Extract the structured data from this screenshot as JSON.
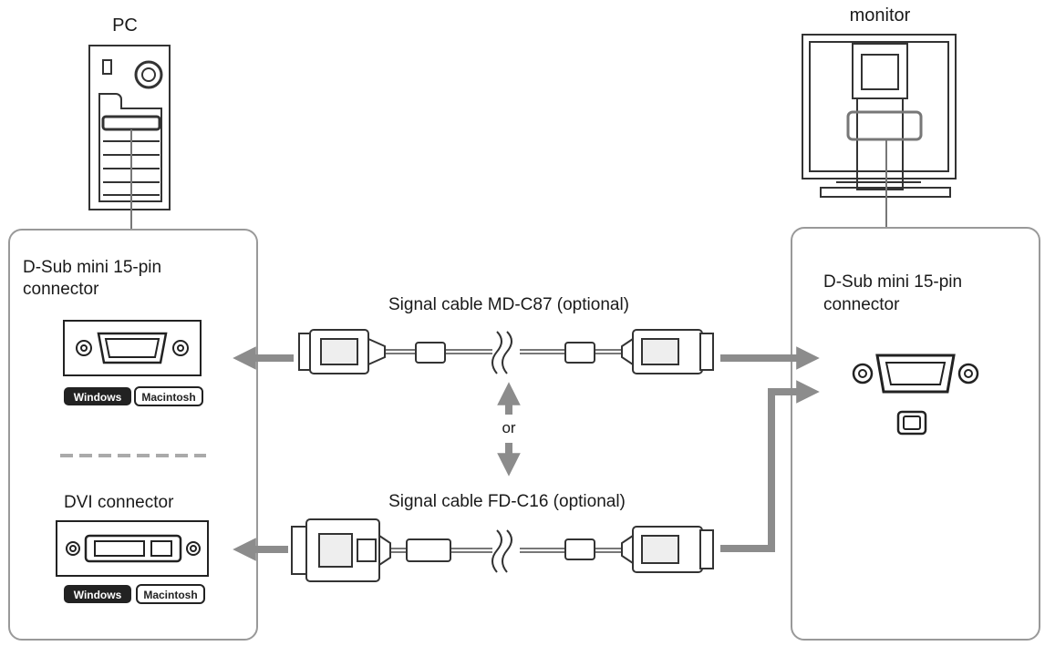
{
  "labels": {
    "pc": "PC",
    "monitor": "monitor",
    "pc_dsub": "D-Sub mini 15-pin",
    "pc_dsub_line2": "connector",
    "pc_dvi": "DVI connector",
    "mon_dsub": "D-Sub mini 15-pin",
    "mon_dsub_line2": "connector",
    "cable_top": "Signal cable MD-C87 (optional)",
    "cable_bottom": "Signal cable FD-C16 (optional)",
    "or": "or"
  },
  "badges": {
    "windows": "Windows",
    "macintosh": "Macintosh"
  },
  "colors": {
    "line": "#555555",
    "arrow": "#8c8c8c",
    "badge_dark": "#222222",
    "panel_border": "#999999"
  }
}
